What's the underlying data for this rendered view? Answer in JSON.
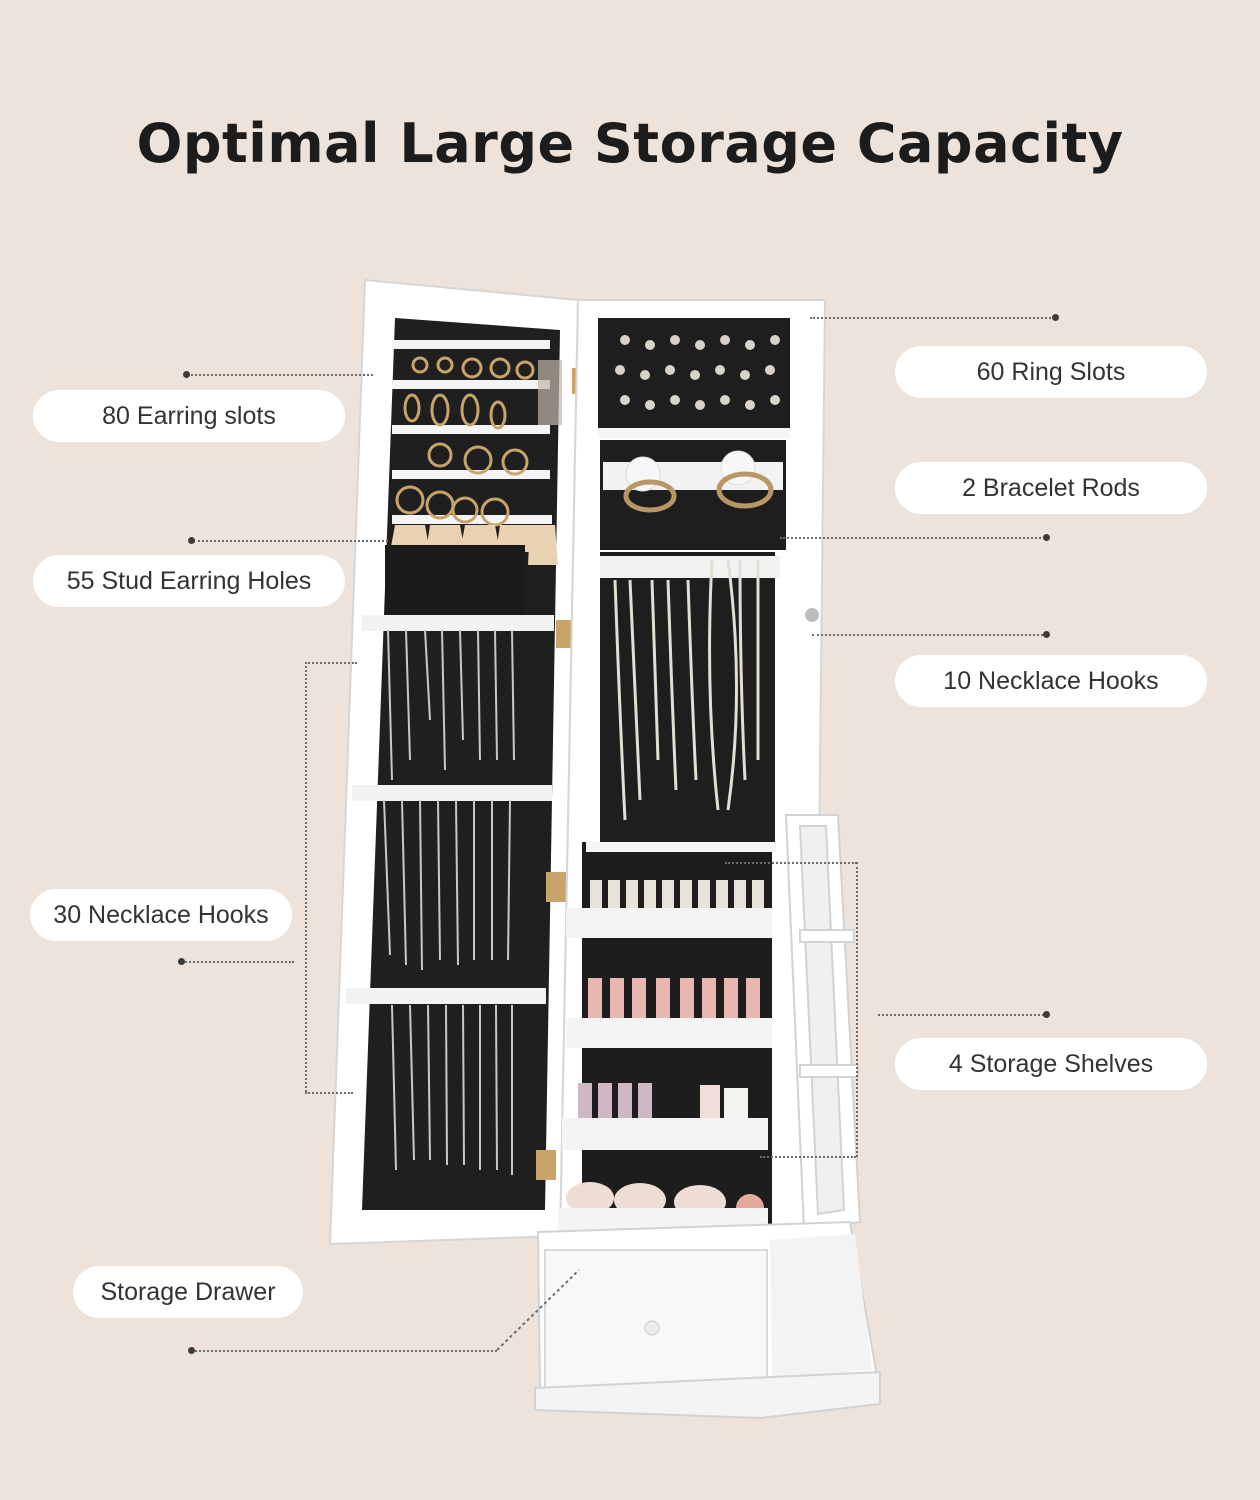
{
  "title": "Optimal Large Storage Capacity",
  "colors": {
    "background": "#eee3da",
    "cabinet": "#ffffff",
    "interior": "#1e1e1e"
  },
  "callouts": {
    "ring_slots": "60 Ring Slots",
    "earring_slots": "80 Earring slots",
    "bracelet_rods": "2 Bracelet Rods",
    "stud_holes": "55 Stud Earring Holes",
    "necklace_hooks_right": "10 Necklace Hooks",
    "necklace_hooks_left": "30 Necklace Hooks",
    "storage_shelves": "4 Storage Shelves",
    "storage_drawer": "Storage Drawer"
  }
}
